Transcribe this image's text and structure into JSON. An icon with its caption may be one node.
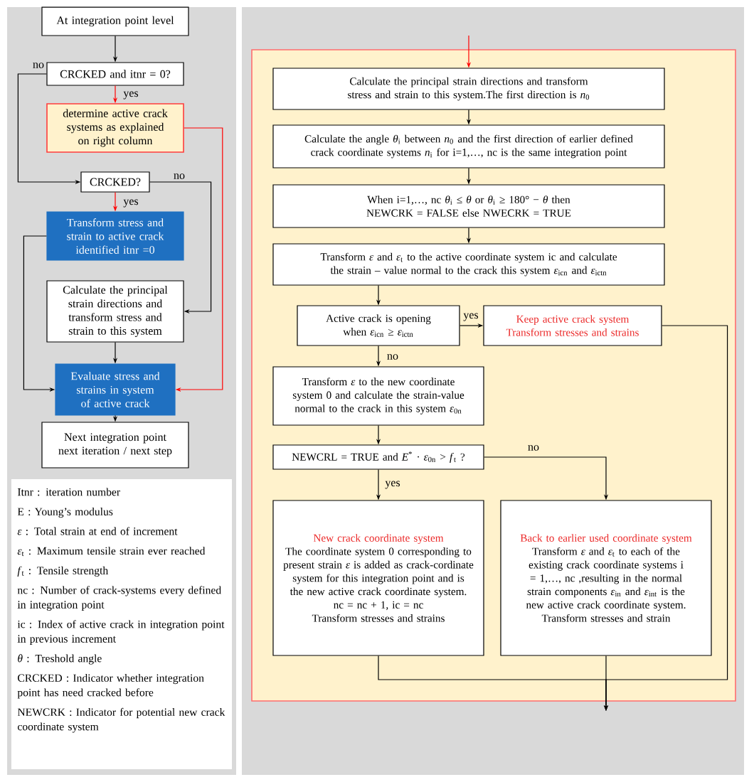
{
  "diagram": {
    "nodes": [
      {
        "text": [
          "At integration point level"
        ]
      },
      {
        "text": [
          "CRCKED and itnr = 0?"
        ]
      },
      {
        "text": [
          "determine active crack systems as explained on right column"
        ]
      },
      {
        "text": [
          "CRCKED?"
        ]
      },
      {
        "text": [
          "Transform stress and strain to active crack identified itnr =0"
        ]
      },
      {
        "text": [
          "Calculate the principal strain directions and transform stress and strain to this system"
        ]
      },
      {
        "text": [
          "Evaluate stress and strains in system of active crack"
        ]
      },
      {
        "text": [
          "Next integration point next iteration / next step"
        ]
      },
      {
        "text": [],
        "shape": "box"
      },
      {
        "text": [
          "Calculate the principal strain directions and transform stress and strain to this system.The first direction is *n*$_{0}$"
        ],
        "in": 8
      },
      {
        "text": [
          "Calculate the angle *θ*$_{i}$ between *n*$_{0}$ and the first direction of earlier defined crack coordinate systems *n*$_{i}$ for i=1,…, nc is the same integration point"
        ],
        "in": 8
      },
      {
        "text": [
          "When i=1,…, nc *θ*$_{i}$ ≤ *θ* or *θ*$_{i}$ ≥ 180° − *θ* then  NEWCRK = FALSE else NWECRK = TRUE"
        ],
        "in": 8
      },
      {
        "text": [
          "Transform *ε* and *ε*$_{t}$ to the active coordinate system ic and calculate the strain – value normal to the crack this system *ε*$_{icn}$ and *ε*$_{ictn}$"
        ],
        "in": 8
      },
      {
        "text": [
          "Active crack is opening when *ε*$_{icn}$ ≥ *ε*$_{ictn}$"
        ],
        "in": 8
      },
      {
        "text": [
          "Keep active crack system Transform stresses and strains"
        ],
        "in": 8
      },
      {
        "text": [
          "Transform *ε* to the new coordinate system 0 and calculate the strain-value normal to the crack in this system *ε*$_{0n}$"
        ],
        "in": 8
      },
      {
        "text": [
          "NEWCRL = TRUE and *E*$^{*}$ · *ε*$_{0n}$ > *f*$_{t}$ ?"
        ],
        "in": 8
      },
      {
        "text": [
          "New crack coordinate system",
          "The coordinate system 0 corresponding to present strain *ε* is added as crack-cordinate system for this integration point and is the new active crack coordinate system.",
          "nc = nc + 1, ic = nc",
          "Transform stresses and strains"
        ],
        "in": 8
      },
      {
        "text": [
          "Back to earlier used coordinate system",
          "Transform *ε* and *ε*$_{t}$ to each of the existing crack coordinate systems i = 1,…, nc ,resulting in the normal strain components *ε*$_{in}$ and *ε*$_{int}$ is the new active crack coordinate system.",
          "Transform stresses and strain"
        ],
        "in": 8
      }
    ],
    "edges": [
      {
        "from": 0,
        "to": 1,
        "arrow": "to"
      },
      {
        "from": 1,
        "to": 2,
        "arrow": "to",
        "label": "yes",
        "color": "#ff0000"
      },
      {
        "from": 1,
        "to": 3,
        "arrow": "to",
        "label": "no"
      },
      {
        "from": 2,
        "to": 6,
        "arrow": "to",
        "color": "#ff0000"
      },
      {
        "from": 3,
        "to": 4,
        "arrow": "to",
        "label": "yes",
        "color": "#ff0000"
      },
      {
        "from": 3,
        "to": 5,
        "arrow": "to",
        "label": "no"
      },
      {
        "from": 4,
        "to": 6,
        "arrow": "to"
      },
      {
        "from": 5,
        "to": 6,
        "arrow": "to"
      },
      {
        "from": 6,
        "to": 7,
        "arrow": "to"
      },
      {
        "from": null,
        "to": 9,
        "arrow": "to",
        "color": "#ff0000"
      },
      {
        "from": 9,
        "to": 10,
        "arrow": "to"
      },
      {
        "from": 10,
        "to": 11,
        "arrow": "to"
      },
      {
        "from": 11,
        "to": 12,
        "arrow": "to"
      },
      {
        "from": 12,
        "to": 13,
        "arrow": "to"
      },
      {
        "from": 13,
        "to": 14,
        "arrow": "to",
        "label": "yes"
      },
      {
        "from": 13,
        "to": 15,
        "arrow": "to",
        "label": "no"
      },
      {
        "from": 15,
        "to": 16,
        "arrow": "to"
      },
      {
        "from": 16,
        "to": 17,
        "arrow": "to",
        "label": "yes"
      },
      {
        "from": 16,
        "to": 18,
        "arrow": "to",
        "label": "no"
      },
      {
        "from": 14,
        "to": null,
        "arrow": "to"
      },
      {
        "from": 17,
        "to": null,
        "arrow": "to"
      },
      {
        "from": 18,
        "to": null,
        "arrow": "to"
      }
    ],
    "labels": [
      "Itnr : iteration number",
      "E : Young’s modulus",
      "*ε* : Total strain at end of increment",
      "*ε*$_{t}$ : Maximum tensile strain ever reached",
      "*f*$_{t}$ : Tensile strength",
      "nc : Number of crack-systems every defined in integration point",
      "ic : Index of active crack in integration point in previous increment",
      "*θ* : Treshold angle",
      "CRCKED  : Indicator whether integration point has need cracked before",
      "NEWCRK : Indicator for potential new crack coordinate system"
    ]
  }
}
